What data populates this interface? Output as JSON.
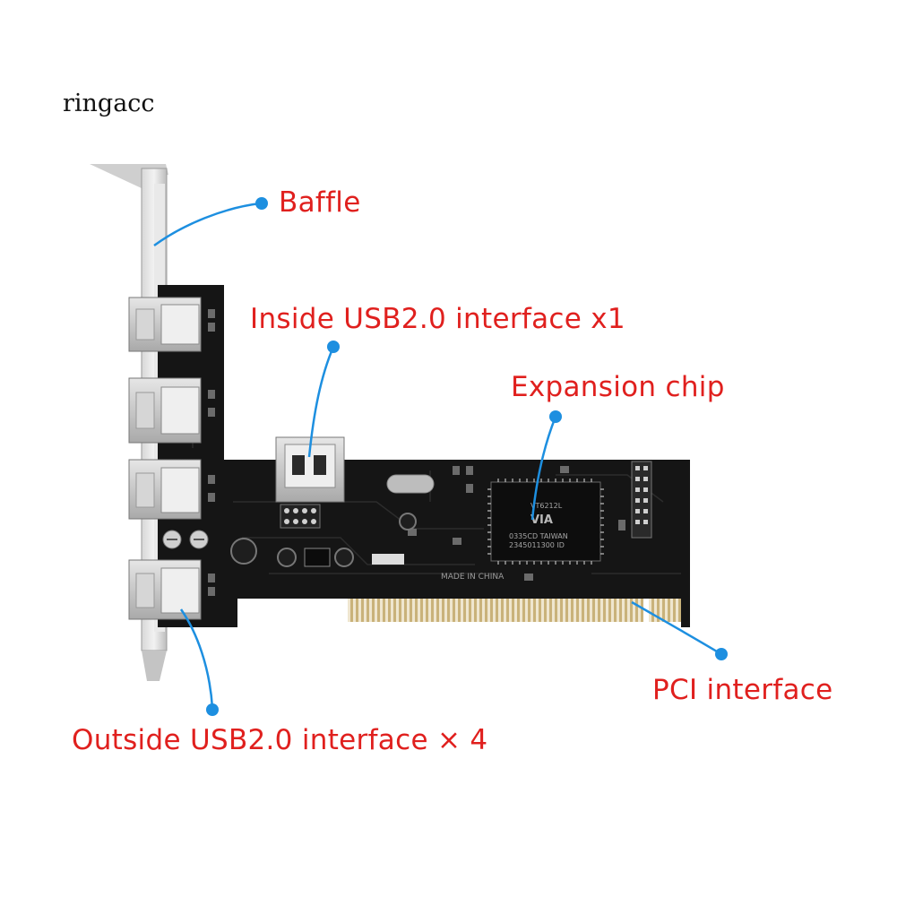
{
  "brand": "ringacc",
  "callouts": {
    "baffle": "Baffle",
    "inside_usb": "Inside USB2.0 interface x1",
    "expansion_chip": "Expansion chip",
    "pci_interface": "PCI interface",
    "outside_usb": "Outside USB2.0 interface × 4"
  },
  "board_markings": {
    "chip_line1": "VT6212L",
    "chip_line2": "0335CD TAIWAN",
    "chip_line3": "2345011300 ID",
    "chip_logo": "VIA",
    "made_in": "MADE IN CHINA"
  },
  "colors": {
    "callout_text": "#e0201e",
    "leader_line": "#1d8fe0",
    "pcb": "#141414",
    "connector_gold": "#c9b27a"
  }
}
